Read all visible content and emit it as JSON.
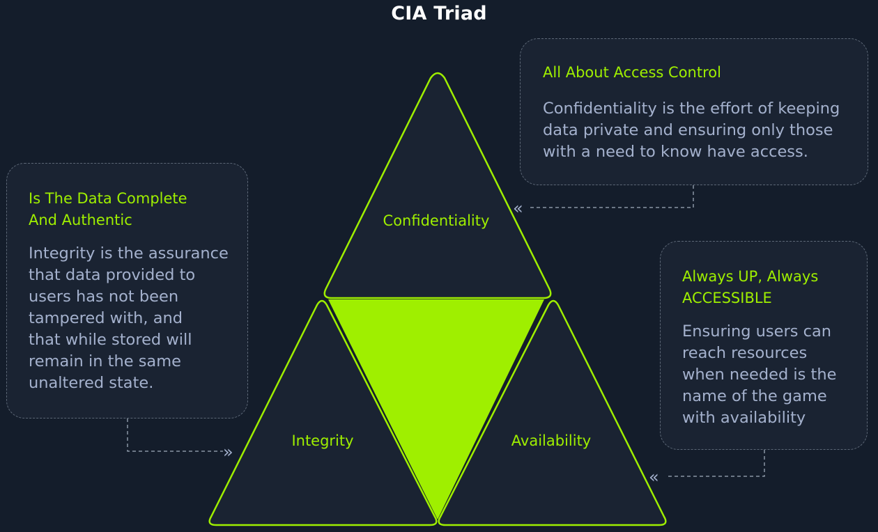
{
  "title": "CIA Triad",
  "colors": {
    "background": "#141d2b",
    "card_background": "#1a2332",
    "accent": "#9fef00",
    "body_text": "#a4b1cd",
    "title_text": "#ffffff"
  },
  "triangle": {
    "top_label": "Confidentiality",
    "left_label": "Integrity",
    "right_label": "Availability"
  },
  "cards": {
    "confidentiality": {
      "heading": "All About Access Control",
      "body": "Confidentiality is the effort of keeping\ndata private and ensuring only those\nwith a need to know have access."
    },
    "integrity": {
      "heading": "Is The Data Complete\nAnd Authentic",
      "body": "Integrity is the assurance\nthat data provided to\nusers has not been\ntampered with, and\nthat while stored will\nremain in the same\nunaltered state."
    },
    "availability": {
      "heading": "Always UP, Always\nACCESSIBLE",
      "body": "Ensuring users can\nreach resources\nwhen needed is the\nname of the game\nwith availability"
    }
  },
  "connector_icon": "double-chevron-icon"
}
